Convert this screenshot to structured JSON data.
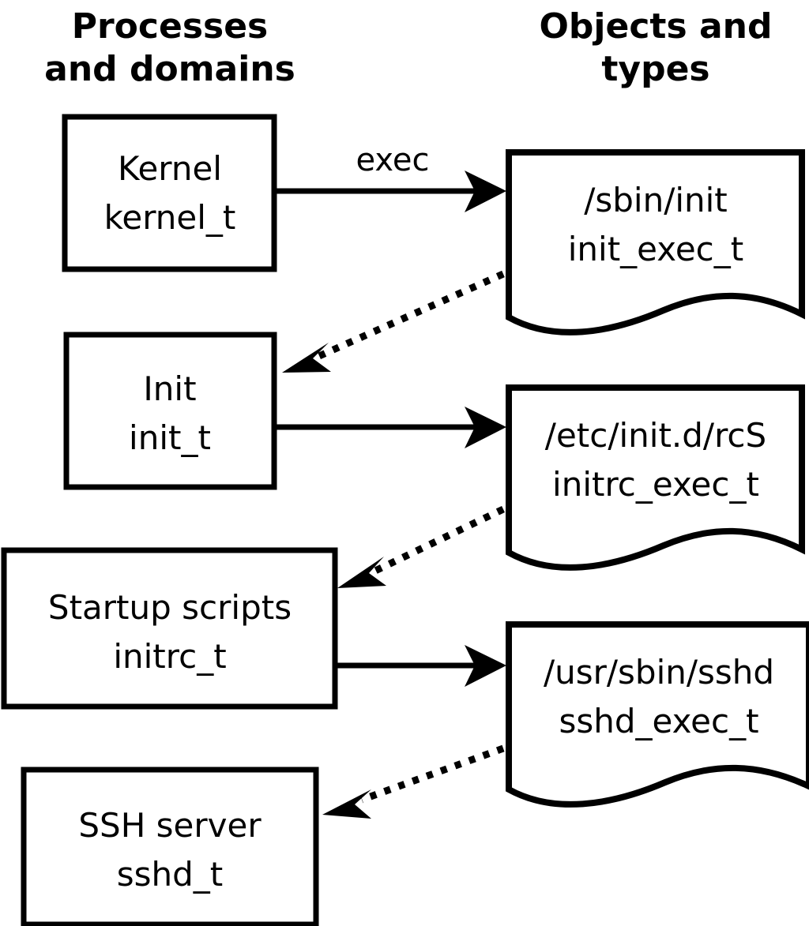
{
  "diagram": {
    "title": "SELinux process domains and object types transition diagram",
    "background_color": "#ffffff",
    "stroke_color": "#000000",
    "columns": [
      {
        "id": "left",
        "heading_line1": "Processes",
        "heading_line2": "and domains"
      },
      {
        "id": "right",
        "heading_line1": "Objects and",
        "heading_line2": "types"
      }
    ],
    "process_nodes": [
      {
        "id": "kernel",
        "line1": "Kernel",
        "line2": "kernel_t"
      },
      {
        "id": "init",
        "line1": "Init",
        "line2": "init_t"
      },
      {
        "id": "initrc",
        "line1": "Startup scripts",
        "line2": "initrc_t"
      },
      {
        "id": "sshd",
        "line1": "SSH server",
        "line2": "sshd_t"
      }
    ],
    "object_nodes": [
      {
        "id": "init_exec",
        "line1": "/sbin/init",
        "line2": "init_exec_t"
      },
      {
        "id": "initrc_exec",
        "line1": "/etc/init.d/rcS",
        "line2": "initrc_exec_t"
      },
      {
        "id": "sshd_exec",
        "line1": "/usr/sbin/sshd",
        "line2": "sshd_exec_t"
      }
    ],
    "edges": [
      {
        "id": "kernel-exec-init_exec",
        "from": "kernel",
        "to": "init_exec",
        "style": "solid",
        "label": "exec"
      },
      {
        "id": "init_exec-transition-init",
        "from": "init_exec",
        "to": "init",
        "style": "dotted",
        "label": ""
      },
      {
        "id": "init-exec-initrc_exec",
        "from": "init",
        "to": "initrc_exec",
        "style": "solid",
        "label": ""
      },
      {
        "id": "initrc_exec-transition-initrc",
        "from": "initrc_exec",
        "to": "initrc",
        "style": "dotted",
        "label": ""
      },
      {
        "id": "initrc-exec-sshd_exec",
        "from": "initrc",
        "to": "sshd_exec",
        "style": "solid",
        "label": ""
      },
      {
        "id": "sshd_exec-transition-sshd",
        "from": "sshd_exec",
        "to": "sshd",
        "style": "dotted",
        "label": ""
      }
    ]
  }
}
